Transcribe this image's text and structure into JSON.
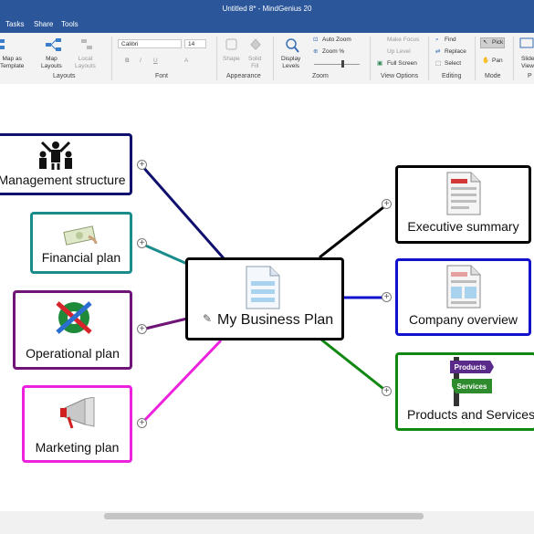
{
  "window": {
    "title": "Untitled 8* - MindGenius 20"
  },
  "menu": {
    "items": [
      "Tasks",
      "Share",
      "Tools"
    ]
  },
  "ribbon": {
    "map_as_template": "Map as\nTemplate",
    "map_layouts": "Map\nLayouts",
    "local_layouts": "Local\nLayouts",
    "font_name": "Calibri",
    "font_size": "14",
    "bold": "B",
    "italic": "I",
    "underline": "U",
    "font_color": "A",
    "shape": "Shape",
    "solid_fill": "Solid\nFill",
    "display_levels": "Display\nLevels",
    "auto_zoom": "Auto Zoom",
    "zoom_percent": "Zoom %",
    "make_focus": "Make Focus",
    "up_level": "Up Level",
    "full_screen": "Full Screen",
    "find": "Find",
    "replace": "Replace",
    "select": "Select",
    "pick": "Pick",
    "pan": "Pan",
    "slide_view": "Slide\nView",
    "groups": {
      "layouts": "Layouts",
      "font": "Font",
      "appearance": "Appearance",
      "zoom": "Zoom",
      "view_options": "View Options",
      "editing": "Editing",
      "mode": "Mode",
      "present": "P"
    }
  },
  "map": {
    "central": {
      "label": "My Business Plan",
      "border": "#000000"
    },
    "branches": [
      {
        "id": "management",
        "label": "Management structure",
        "color": "#10106e",
        "icon": "team-icon"
      },
      {
        "id": "financial",
        "label": "Financial plan",
        "color": "#1b8c8c",
        "icon": "money-icon"
      },
      {
        "id": "operational",
        "label": "Operational plan",
        "color": "#6e1577",
        "icon": "tools-gear-icon"
      },
      {
        "id": "marketing",
        "label": "Marketing plan",
        "color": "#ee22dd",
        "icon": "megaphone-icon"
      },
      {
        "id": "executive",
        "label": "Executive summary",
        "color": "#000000",
        "icon": "document-icon"
      },
      {
        "id": "company",
        "label": "Company overview",
        "color": "#1212cc",
        "icon": "document-icon"
      },
      {
        "id": "products",
        "label": "Products and Services",
        "color": "#118811",
        "icon": "products-signpost-icon"
      }
    ],
    "sign_top": "Products",
    "sign_bottom": "Services"
  }
}
